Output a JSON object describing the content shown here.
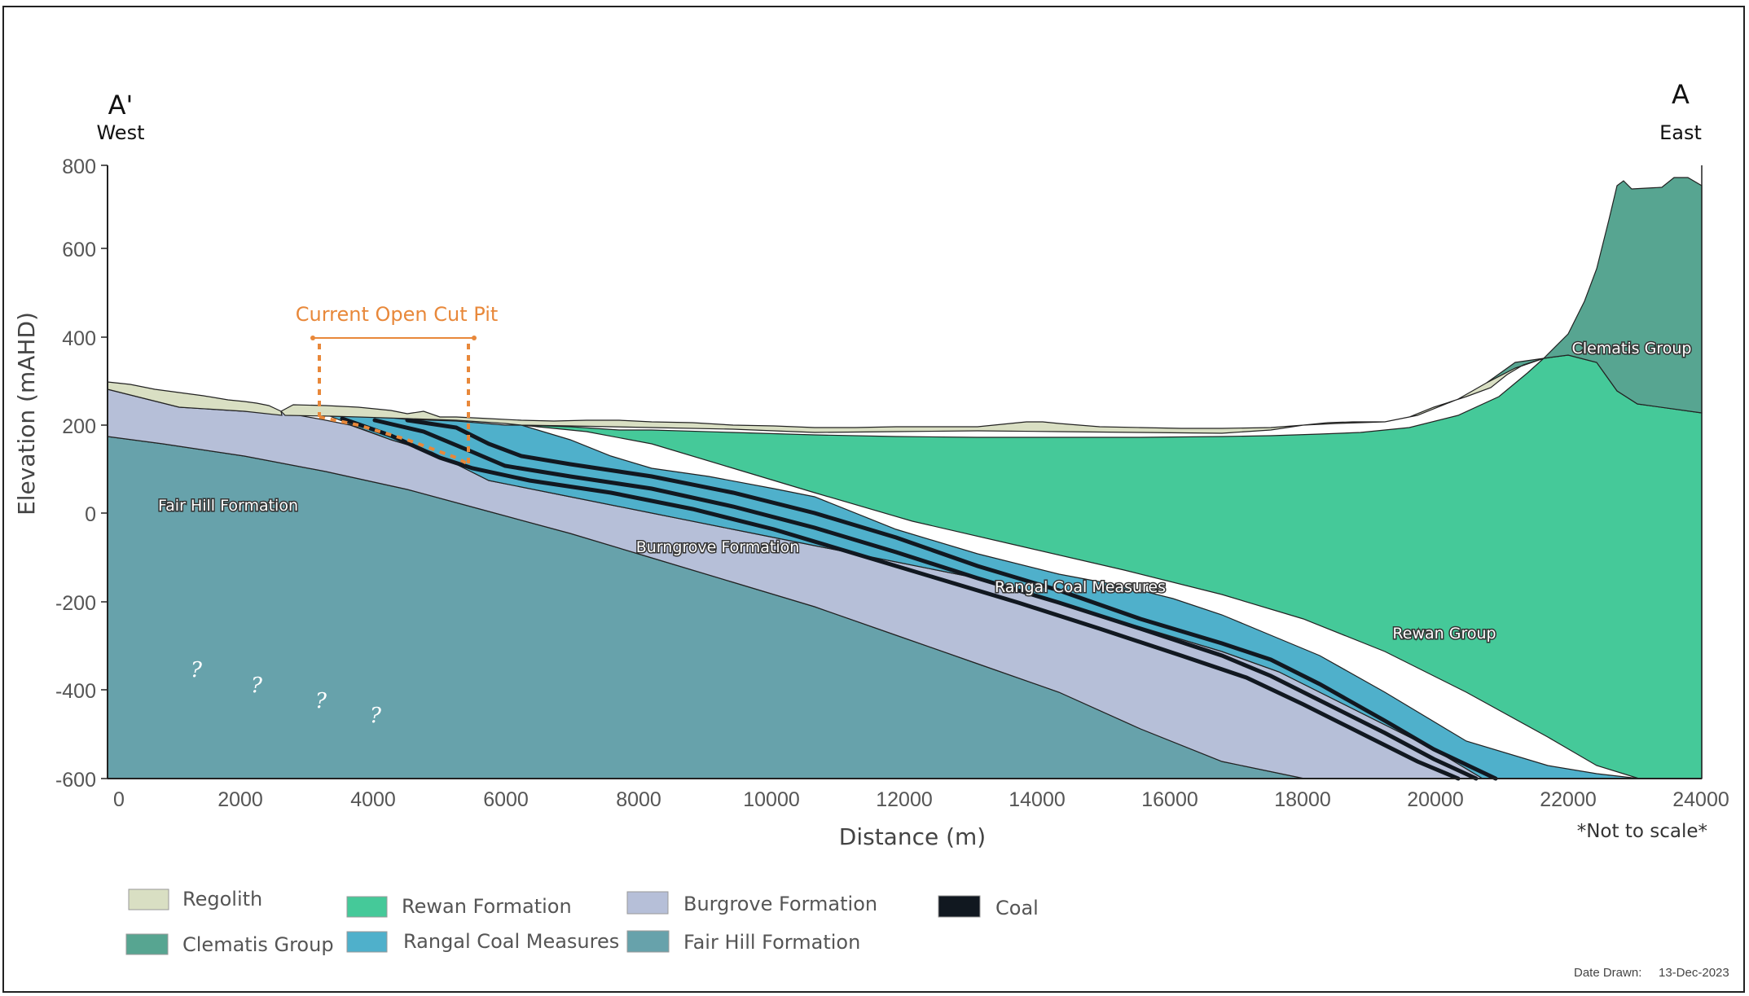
{
  "section": {
    "west_letter": "A'",
    "west_label": "West",
    "east_letter": "A",
    "east_label": "East"
  },
  "axes": {
    "y_label": "Elevation (mAHD)",
    "x_label": "Distance (m)",
    "y_ticks": [
      "800",
      "600",
      "400",
      "200",
      "0",
      "-200",
      "-400",
      "-600"
    ],
    "x_ticks": [
      "0",
      "2000",
      "4000",
      "6000",
      "8000",
      "10000",
      "12000",
      "14000",
      "16000",
      "18000",
      "20000",
      "22000",
      "24000"
    ],
    "not_to_scale": "*Not to scale*"
  },
  "units": {
    "fair_hill": "Fair Hill Formation",
    "burngrove": "Burngrove Formation",
    "rangal": "Rangal Coal Measures",
    "rewan": "Rewan Group",
    "clematis": "Clematis Group"
  },
  "uncertain_marker": "?",
  "pit": {
    "label": "Current Open Cut Pit"
  },
  "legend": {
    "regolith": "Regolith",
    "clematis": "Clematis Group",
    "rewan": "Rewan Formation",
    "rangal": "Rangal Coal Measures",
    "burgrove": "Burgrove Formation",
    "fair_hill": "Fair Hill Formation",
    "coal": "Coal"
  },
  "colors": {
    "regolith": "#d9dfc3",
    "clematis": "#57a591",
    "rewan": "#45c999",
    "rangal": "#4fb0cb",
    "burngrove": "#b6bfd8",
    "fair_hill": "#67a2ab",
    "coal": "#111820",
    "pit": "#e8883a"
  },
  "footer": {
    "date_label": "Date Drawn:",
    "date_value": "13-Dec-2023"
  }
}
